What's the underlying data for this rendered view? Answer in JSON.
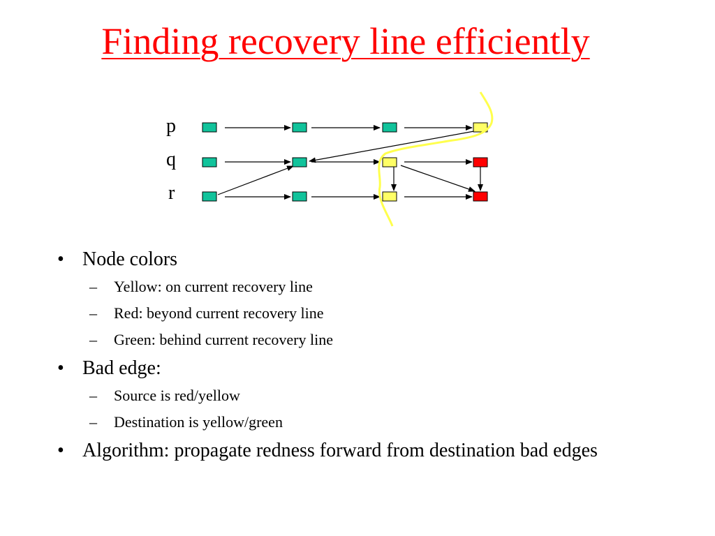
{
  "title": "Finding recovery line efficiently",
  "colors": {
    "title": "#ff0000",
    "green_node": "#11c39b",
    "yellow_node": "#ffff66",
    "red_node": "#ff0000",
    "recovery_line": "#ffff4d"
  },
  "diagram": {
    "processes": [
      "p",
      "q",
      "r"
    ],
    "nodes": [
      {
        "process": "p",
        "index": 1,
        "color": "green"
      },
      {
        "process": "p",
        "index": 2,
        "color": "green"
      },
      {
        "process": "p",
        "index": 3,
        "color": "green"
      },
      {
        "process": "p",
        "index": 4,
        "color": "yellow"
      },
      {
        "process": "q",
        "index": 1,
        "color": "green"
      },
      {
        "process": "q",
        "index": 2,
        "color": "green"
      },
      {
        "process": "q",
        "index": 3,
        "color": "yellow"
      },
      {
        "process": "q",
        "index": 4,
        "color": "red"
      },
      {
        "process": "r",
        "index": 1,
        "color": "green"
      },
      {
        "process": "r",
        "index": 2,
        "color": "green"
      },
      {
        "process": "r",
        "index": 3,
        "color": "yellow"
      },
      {
        "process": "r",
        "index": 4,
        "color": "red"
      }
    ]
  },
  "bullets": [
    {
      "text": "Node colors",
      "sub": [
        "Yellow: on current recovery line",
        "Red: beyond current recovery line",
        "Green: behind current recovery line"
      ]
    },
    {
      "text": "Bad edge:",
      "sub": [
        "Source is red/yellow",
        "Destination is yellow/green"
      ]
    },
    {
      "text": "Algorithm: propagate redness forward from destination bad edges",
      "sub": []
    }
  ],
  "bullet_mark": "•",
  "sub_mark": "–"
}
